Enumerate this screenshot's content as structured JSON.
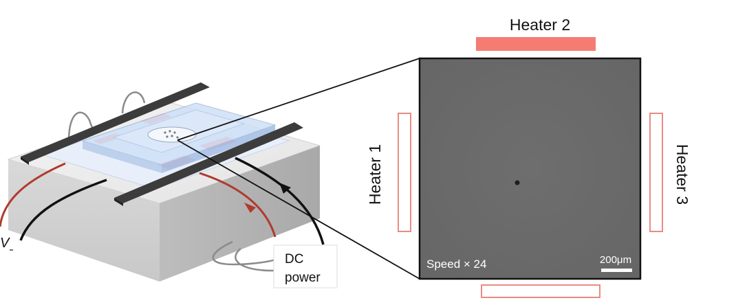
{
  "heaters": {
    "top": "Heater 2",
    "left": "Heater 1",
    "right": "Heater 3"
  },
  "microscope": {
    "speed_label": "Speed × 24",
    "scale_bar_label": "200μm"
  },
  "device": {
    "dc_power_line1": "DC",
    "dc_power_line2": "power",
    "voltage_label": "V"
  },
  "colors": {
    "heater_active": "#f47c73",
    "heater_outline": "#e98b83",
    "wire_red": "#b03a2e",
    "wire_black": "#111111",
    "electrode": "#3c3c3c",
    "microscope_bg": "#6b6b6b"
  }
}
